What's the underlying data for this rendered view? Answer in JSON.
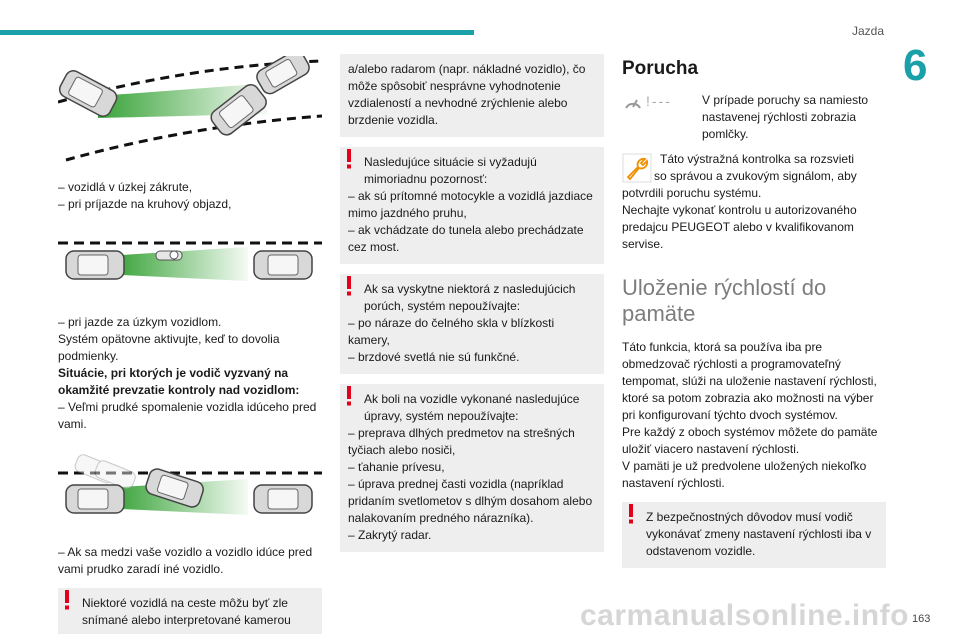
{
  "header": {
    "chapter_title": "Jazda",
    "chapter_number": "6",
    "page_number": "163"
  },
  "watermark": "carmanualsonline.info",
  "col1": {
    "list1": [
      "– vozidlá v úzkej zákrute,",
      "– pri príjazde na kruhový objazd,"
    ],
    "list2": "– pri jazde za úzkym vozidlom.",
    "reactivate": "Systém opätovne aktivujte, keď to dovolia podmienky.",
    "situations_heading": "Situácie, pri ktorých je vodič vyzvaný na okamžité prevzatie kontroly nad vozidlom:",
    "list3": "– Veľmi prudké spomalenie vozidla idúceho pred vami.",
    "list4": "– Ak sa medzi vaše vozidlo a vozidlo idúce pred vami prudko zaradí iné vozidlo.",
    "warn_box": "Niektoré vozidlá na ceste môžu byť zle snímané alebo interpretované kamerou"
  },
  "col2": {
    "cont_box": "a/alebo radarom (napr. nákladné vozidlo), čo môže spôsobiť nesprávne vyhodnotenie vzdialeností a nevhodné zrýchlenie alebo brzdenie vozidla.",
    "warn1": {
      "intro": "Nasledujúce situácie si vyžadujú mimoriadnu pozornosť:",
      "items": [
        "– ak sú prítomné motocykle a vozidlá jazdiace mimo jazdného pruhu,",
        "– ak vchádzate do tunela alebo prechádzate cez most."
      ]
    },
    "warn2": {
      "intro": "Ak sa vyskytne niektorá z nasledujúcich porúch, systém nepoužívajte:",
      "items": [
        "– po náraze do čelného skla v blízkosti kamery,",
        "– brzdové svetlá nie sú funkčné."
      ]
    },
    "warn3": {
      "intro": "Ak boli na vozidle vykonané nasledujúce úpravy, systém nepoužívajte:",
      "items": [
        "– preprava dlhých predmetov na strešných tyčiach alebo nosiči,",
        "– ťahanie prívesu,",
        "– úprava prednej časti vozidla (napríklad pridaním svetlometov s dlhým dosahom alebo nalakovaním predného nárazníka).",
        "– Zakrytý radar."
      ]
    }
  },
  "col3": {
    "poruch_heading": "Porucha",
    "display_glyph": "!---",
    "poruch_text": "V prípade poruchy sa namiesto nastavenej rýchlosti zobrazia pomlčky.",
    "warn_light_text": "Táto výstražná kontrolka sa rozsvieti spolu so správou a zvukovým signálom, aby potvrdili poruchu systému.",
    "have_checked": "Nechajte vykonať kontrolu u autorizovaného predajcu PEUGEOT alebo v kvalifikovanom servise.",
    "memory_heading": "Uloženie rýchlostí do pamäte",
    "memory_p1": "Táto funkcia, ktorá sa používa iba pre obmedzovač rýchlosti a programovateľný tempomat, slúži na uloženie nastavení rýchlosti, ktoré sa potom zobrazia ako možnosti na výber pri konfigurovaní týchto dvoch systémov.",
    "memory_p2": "Pre každý z oboch systémov môžete do pamäte uložiť viacero nastavení rýchlosti.",
    "memory_p3": "V pamäti je už predvolene uložených niekoľko nastavení rýchlosti.",
    "warn_box": "Z bezpečnostných dôvodov musí vodič vykonávať zmeny nastavení rýchlosti iba v odstavenom vozidle."
  },
  "colors": {
    "accent": "#1aa0a8",
    "warning": "#e2001a",
    "box_bg": "#eeeeee",
    "beam": "#2e9e2e"
  }
}
